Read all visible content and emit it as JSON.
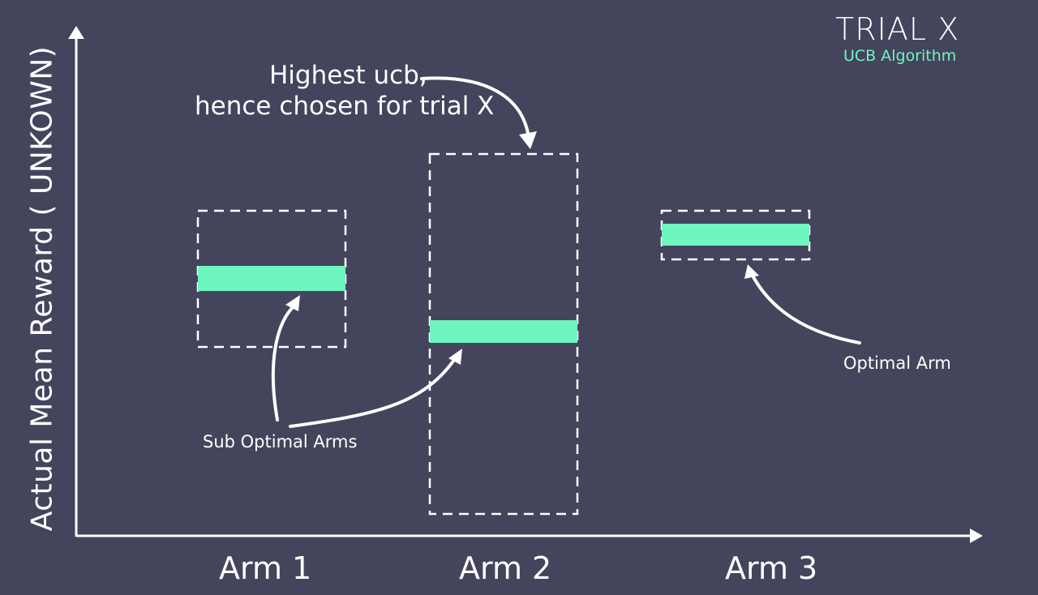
{
  "header": {
    "title": "TRIAL X",
    "subtitle": "UCB Algorithm"
  },
  "axes": {
    "y_label": "Actual Mean Reward ( UNKOWN)"
  },
  "arms": [
    {
      "label": "Arm 1"
    },
    {
      "label": "Arm 2"
    },
    {
      "label": "Arm 3"
    }
  ],
  "annotations": {
    "highest_ucb_line1": "Highest ucb,",
    "highest_ucb_line2": "hence chosen for trial X",
    "sub_optimal": "Sub Optimal Arms",
    "optimal": "Optimal Arm"
  },
  "colors": {
    "background": "#44445c",
    "accent": "#6ef5c0",
    "line": "#ffffff"
  }
}
